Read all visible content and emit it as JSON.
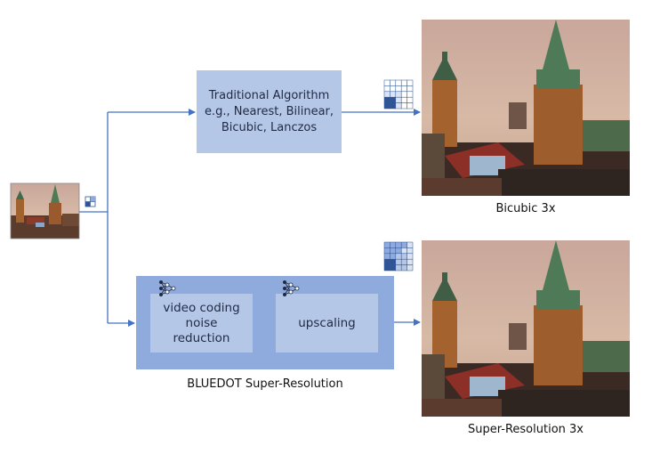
{
  "traditional_box": {
    "line1": "Traditional Algorithm",
    "line2": "e.g., Nearest, Bilinear,",
    "line3": "Bicubic, Lanczos"
  },
  "superres": {
    "stage1_line1": "video coding",
    "stage1_line2": "noise",
    "stage1_line3": "reduction",
    "stage2_label": "upscaling",
    "caption": "BLUEDOT Super-Resolution"
  },
  "outputs": {
    "bicubic_caption": "Bicubic 3x",
    "superres_caption": "Super-Resolution 3x"
  },
  "colors": {
    "arrow": "#4472c4",
    "box_light": "#b4c7e7",
    "box_dark": "#8faadc",
    "grid_dark": "#2f5597"
  },
  "icons": [
    "low-res-pixel-grid-icon",
    "pixel-grid-icon",
    "neural-network-icon"
  ]
}
